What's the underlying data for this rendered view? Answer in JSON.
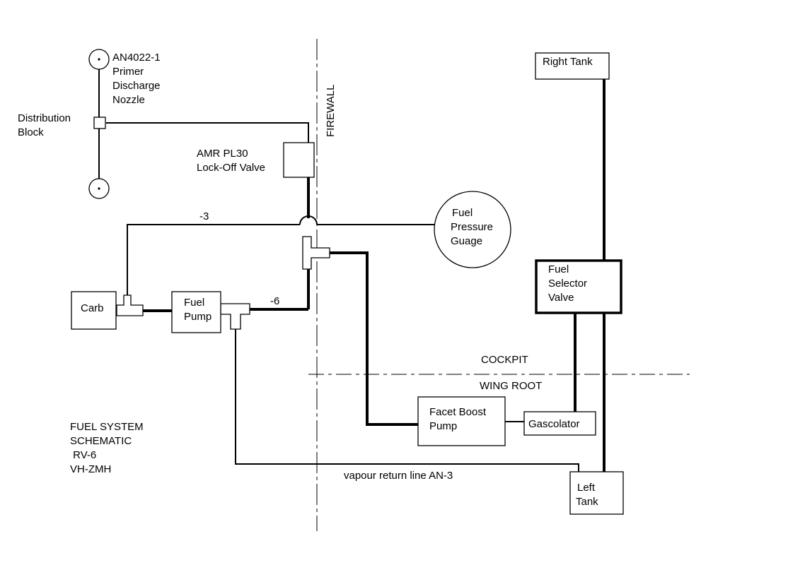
{
  "labels": {
    "nozzle": [
      "AN4022-1",
      "Primer",
      "Discharge",
      "Nozzle"
    ],
    "distribution_block": [
      "Distribution",
      "Block"
    ],
    "lockoff_valve": [
      "AMR PL30",
      "Lock-Off Valve"
    ],
    "firewall": "FIREWALL",
    "right_tank": "Right Tank",
    "fuel_pressure_gauge": [
      "Fuel",
      "Pressure",
      "Guage"
    ],
    "fuel_selector_valve": [
      "Fuel",
      "Selector",
      "Valve"
    ],
    "carb": "Carb",
    "fuel_pump": [
      "Fuel",
      "Pump"
    ],
    "line_minus3": "-3",
    "line_minus6": "-6",
    "cockpit": "COCKPIT",
    "wing_root": "WING ROOT",
    "facet_boost_pump": [
      "Facet Boost",
      "Pump"
    ],
    "gascolator": "Gascolator",
    "title": [
      "FUEL SYSTEM",
      "SCHEMATIC",
      " RV-6",
      "VH-ZMH"
    ],
    "vapour_return": "vapour return line AN-3",
    "left_tank": [
      "Left",
      "Tank"
    ]
  }
}
